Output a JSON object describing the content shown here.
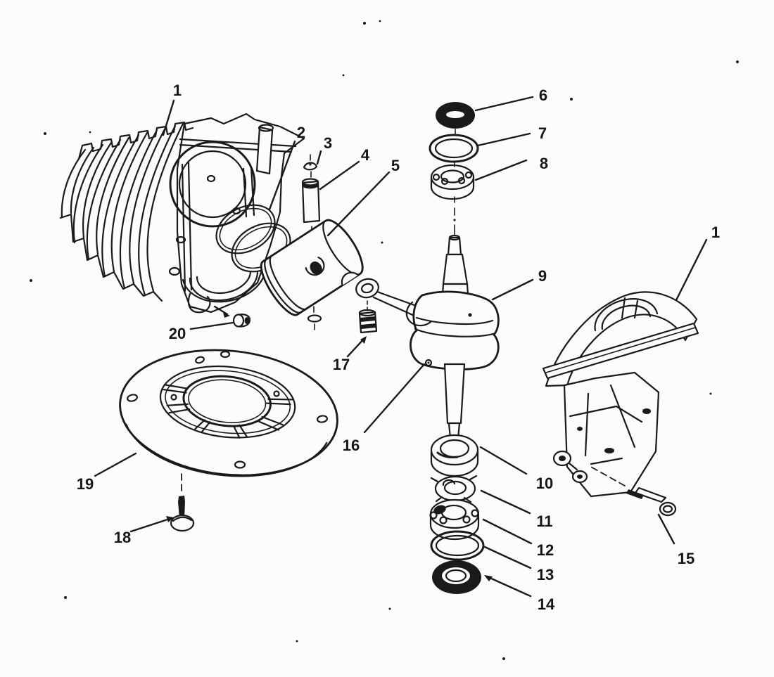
{
  "diagram": {
    "kind": "exploded-parts-figure",
    "paper_color": "#fcfcfa",
    "ink_color": "#1a1a1a",
    "callouts": [
      {
        "ref": "cylinder-crankcase-block",
        "label": "1"
      },
      {
        "ref": "piston-rings",
        "label": "2"
      },
      {
        "ref": "piston-pin-clip",
        "label": "3"
      },
      {
        "ref": "piston-pin",
        "label": "4"
      },
      {
        "ref": "piston",
        "label": "5"
      },
      {
        "ref": "upper-oil-seal",
        "label": "6"
      },
      {
        "ref": "upper-washer",
        "label": "7"
      },
      {
        "ref": "upper-ball-bearing",
        "label": "8"
      },
      {
        "ref": "crankshaft-assembly",
        "label": "9"
      },
      {
        "ref": "crankcase-half",
        "label": "1"
      },
      {
        "ref": "spacer-collar",
        "label": "10"
      },
      {
        "ref": "bearing-retainer",
        "label": "11"
      },
      {
        "ref": "lower-ball-bearing",
        "label": "12"
      },
      {
        "ref": "o-ring",
        "label": "13"
      },
      {
        "ref": "lower-oil-seal",
        "label": "14"
      },
      {
        "ref": "flange-bolt",
        "label": "15"
      },
      {
        "ref": "dowel-pin",
        "label": "16"
      },
      {
        "ref": "small-end-bearing",
        "label": "17"
      },
      {
        "ref": "plate-screw",
        "label": "18"
      },
      {
        "ref": "seal-plate",
        "label": "19"
      },
      {
        "ref": "bushing",
        "label": "20"
      }
    ]
  }
}
